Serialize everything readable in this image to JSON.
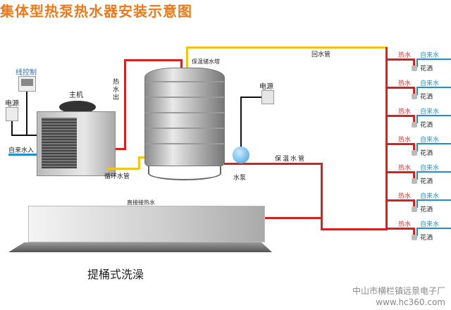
{
  "title": "集体型热泵热水器安装示意图",
  "labels": {
    "wire_control": "线控制",
    "power_left": "电源",
    "main_unit": "主机",
    "tap_water_in": "自来水入",
    "hot_out": "热水出",
    "circulation_pipe": "循环水管",
    "storage_tank": "保温储水塔",
    "return_pipe": "回水管",
    "power_right": "电源",
    "pump": "水泵",
    "insulated_pipe": "保温水管",
    "direct_hot": "直接接热水",
    "bucket_bath": "提桶式洗澡"
  },
  "showers": [
    {
      "hot": "热水",
      "cold": "自来水",
      "name": "花洒"
    },
    {
      "hot": "热水",
      "cold": "自来水",
      "name": "花洒"
    },
    {
      "hot": "热水",
      "cold": "自来水",
      "name": "花洒"
    },
    {
      "hot": "热水",
      "cold": "自来水",
      "name": "花洒"
    },
    {
      "hot": "热水",
      "cold": "自来水",
      "name": "花洒"
    },
    {
      "hot": "热水",
      "cold": "自来水",
      "name": "花洒"
    },
    {
      "hot": "热水",
      "cold": "自来水",
      "name": "花洒"
    }
  ],
  "footer": {
    "company": "中山市横栏镇远景电子厂",
    "site": "www.hc360.com"
  },
  "colors": {
    "title": "#ec7a1c",
    "hot_pipe": "#d42222",
    "return_pipe": "#f2c318",
    "cold_pipe": "#1f8fcf"
  }
}
